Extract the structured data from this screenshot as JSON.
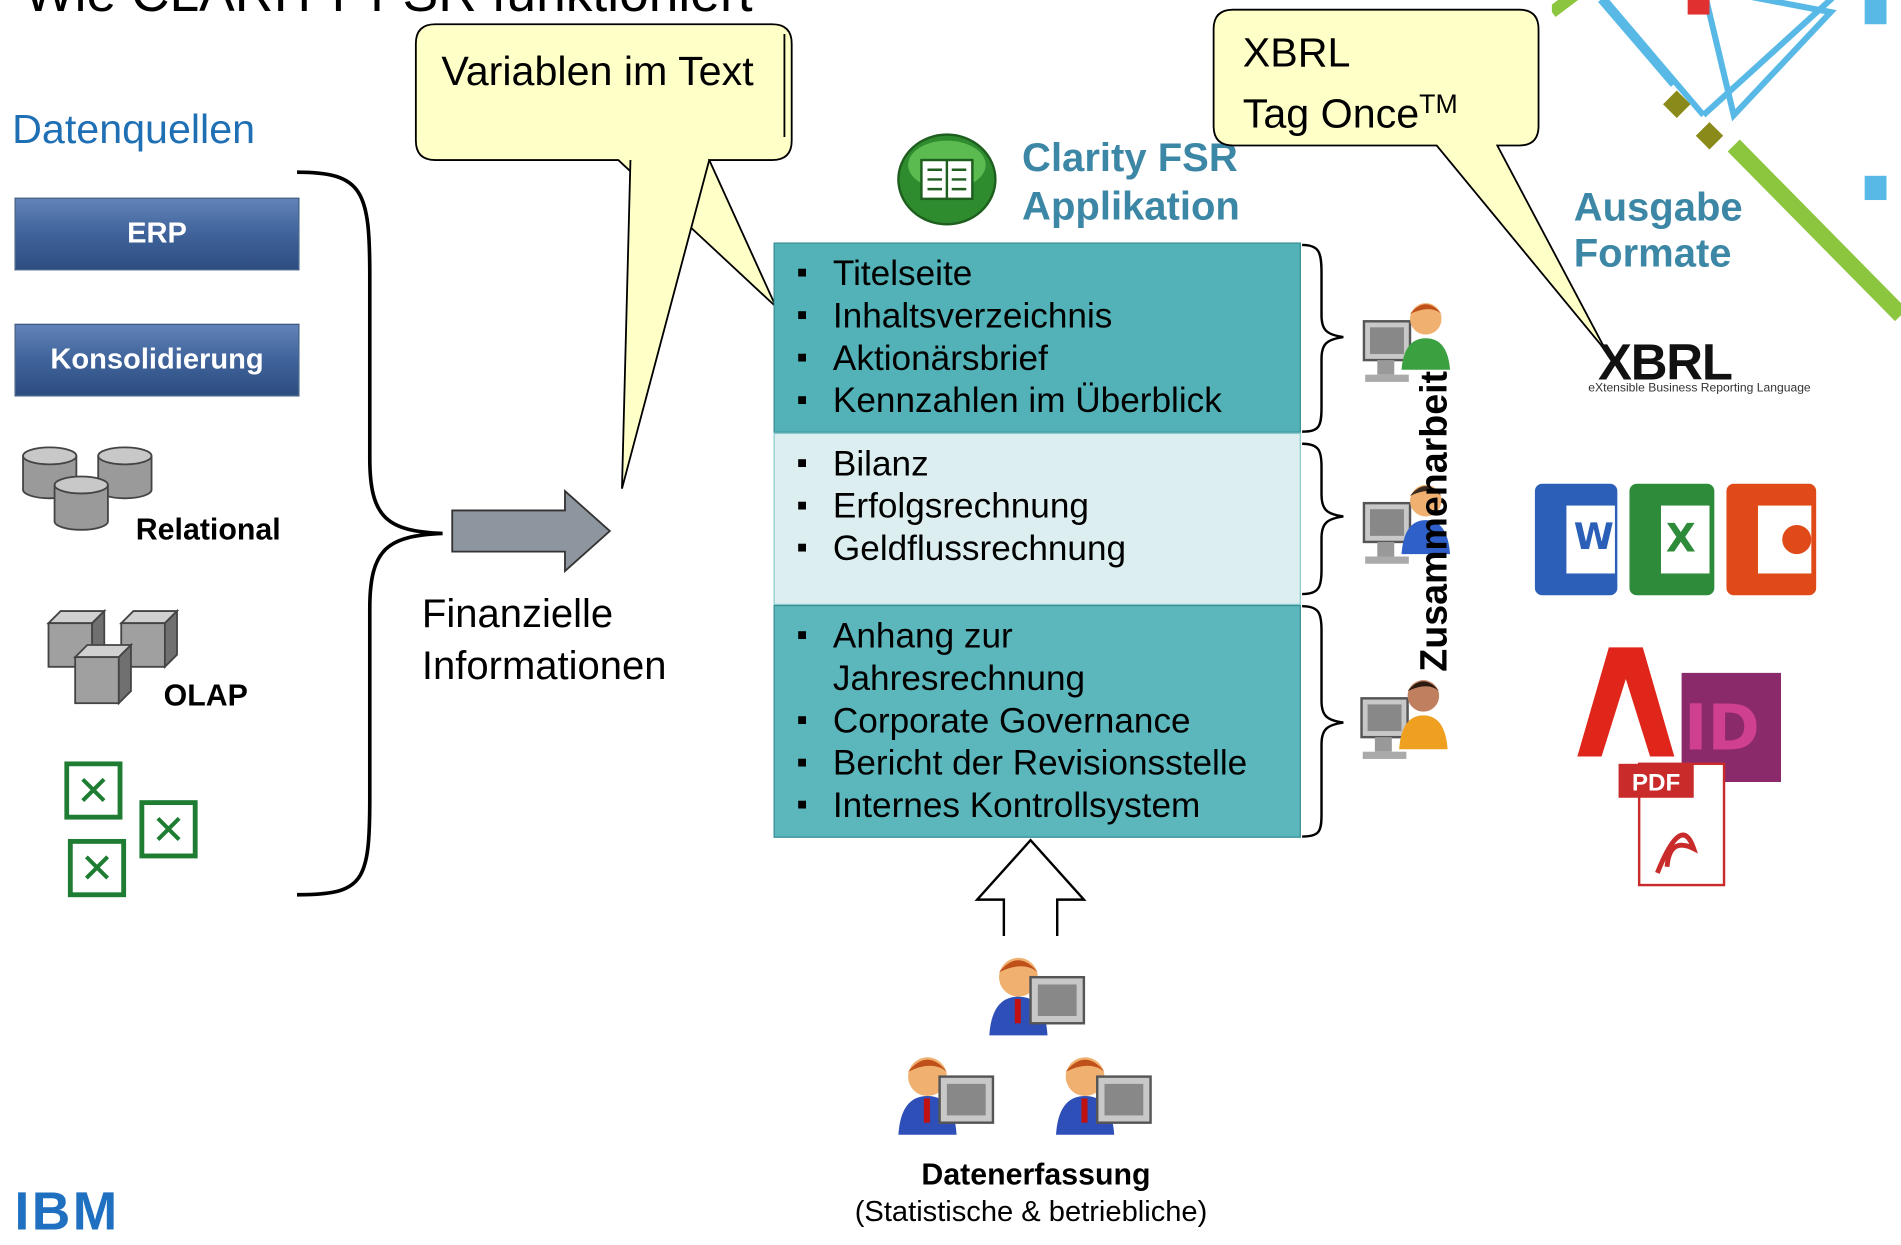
{
  "page_title_partial": "Wie CLARITY FSR funktioniert",
  "sources": {
    "title": "Datenquellen",
    "erp": "ERP",
    "konsolidierung": "Konsolidierung",
    "relational": "Relational",
    "olap": "OLAP"
  },
  "middle": {
    "bubble1": "Variablen im Text",
    "finanz": [
      "Finanzielle",
      "Informationen"
    ]
  },
  "app": {
    "title": [
      "Clarity FSR",
      "Applikation"
    ],
    "section1": [
      "Titelseite",
      "Inhaltsverzeichnis",
      "Aktionärsbrief",
      "Kennzahlen im Überblick"
    ],
    "section2": [
      "Bilanz",
      "Erfolgsrechnung",
      "Geldflussrechnung"
    ],
    "section3": [
      "Anhang zur",
      "Jahresrechnung",
      "Corporate Governance",
      "Bericht der Revisionsstelle",
      "Internes Kontrollsystem"
    ]
  },
  "collab": "Zusammenarbeit",
  "xbrl_bubble": [
    "XBRL",
    "Tag Once",
    "TM"
  ],
  "output": {
    "title": [
      "Ausgabe",
      "Formate"
    ],
    "xbrl_logo": "XBRL",
    "xbrl_sub": "eXtensible Business Reporting Language",
    "pdf": "PDF"
  },
  "capture": {
    "title": "Datenerfassung",
    "subtitle": "(Statistische & betriebliche)"
  },
  "footer_logo": "IBM",
  "colors": {
    "blue_title": "#1f6fb5",
    "teal_title": "#3d87a6",
    "teal_box": "#52b2b7",
    "light_box": "#dceef0",
    "bubble": "#ffffc8"
  }
}
